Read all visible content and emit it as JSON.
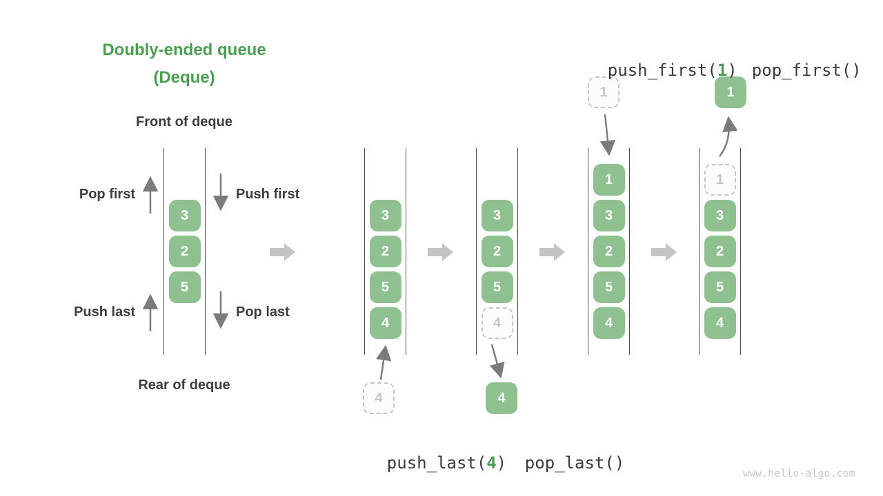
{
  "title": {
    "line1": "Doubly-ended queue",
    "line2": "(Deque)"
  },
  "labels": {
    "front_of_deque": "Front of deque",
    "rear_of_deque": "Rear of deque",
    "pop_first": "Pop first",
    "push_first": "Push first",
    "push_last": "Push last",
    "pop_last": "Pop last"
  },
  "operations": {
    "push_last": {
      "name": "push_last(",
      "arg": "4",
      "close": ")"
    },
    "pop_last": {
      "name": "pop_last()"
    },
    "push_first": {
      "name": "push_first(",
      "arg": "1",
      "close": ")"
    },
    "pop_first": {
      "name": "pop_first()"
    }
  },
  "stages": [
    {
      "id": "deque-initial",
      "cells": [
        {
          "value": "3",
          "state": "solid"
        },
        {
          "value": "2",
          "state": "solid"
        },
        {
          "value": "5",
          "state": "solid"
        }
      ]
    },
    {
      "id": "deque-after-push-last",
      "cells": [
        {
          "value": "3",
          "state": "solid"
        },
        {
          "value": "2",
          "state": "solid"
        },
        {
          "value": "5",
          "state": "solid"
        },
        {
          "value": "4",
          "state": "solid"
        }
      ]
    },
    {
      "id": "deque-during-pop-last",
      "cells": [
        {
          "value": "3",
          "state": "solid"
        },
        {
          "value": "2",
          "state": "solid"
        },
        {
          "value": "5",
          "state": "solid"
        },
        {
          "value": "4",
          "state": "ghost"
        }
      ]
    },
    {
      "id": "deque-after-push-first",
      "cells": [
        {
          "value": "1",
          "state": "solid"
        },
        {
          "value": "3",
          "state": "solid"
        },
        {
          "value": "2",
          "state": "solid"
        },
        {
          "value": "5",
          "state": "solid"
        },
        {
          "value": "4",
          "state": "solid"
        }
      ]
    },
    {
      "id": "deque-during-pop-first",
      "cells": [
        {
          "value": "1",
          "state": "ghost"
        },
        {
          "value": "3",
          "state": "solid"
        },
        {
          "value": "2",
          "state": "solid"
        },
        {
          "value": "5",
          "state": "solid"
        },
        {
          "value": "4",
          "state": "solid"
        }
      ]
    }
  ],
  "floating_cells": {
    "push_last_value": {
      "value": "4",
      "state": "ghost"
    },
    "pop_last_value": {
      "value": "4",
      "state": "solid"
    },
    "push_first_value": {
      "value": "1",
      "state": "ghost"
    },
    "pop_first_value": {
      "value": "1",
      "state": "solid"
    }
  },
  "watermark": "www.hello-algo.com",
  "colors": {
    "accent_green": "#4a9e50",
    "cell_green": "#8fc08f",
    "label_dark": "#3d3d3d",
    "ghost_gray": "#c6c6c6",
    "arrow_gray": "#7b7b7b",
    "stage_arrow_gray": "#c4c4c4"
  }
}
